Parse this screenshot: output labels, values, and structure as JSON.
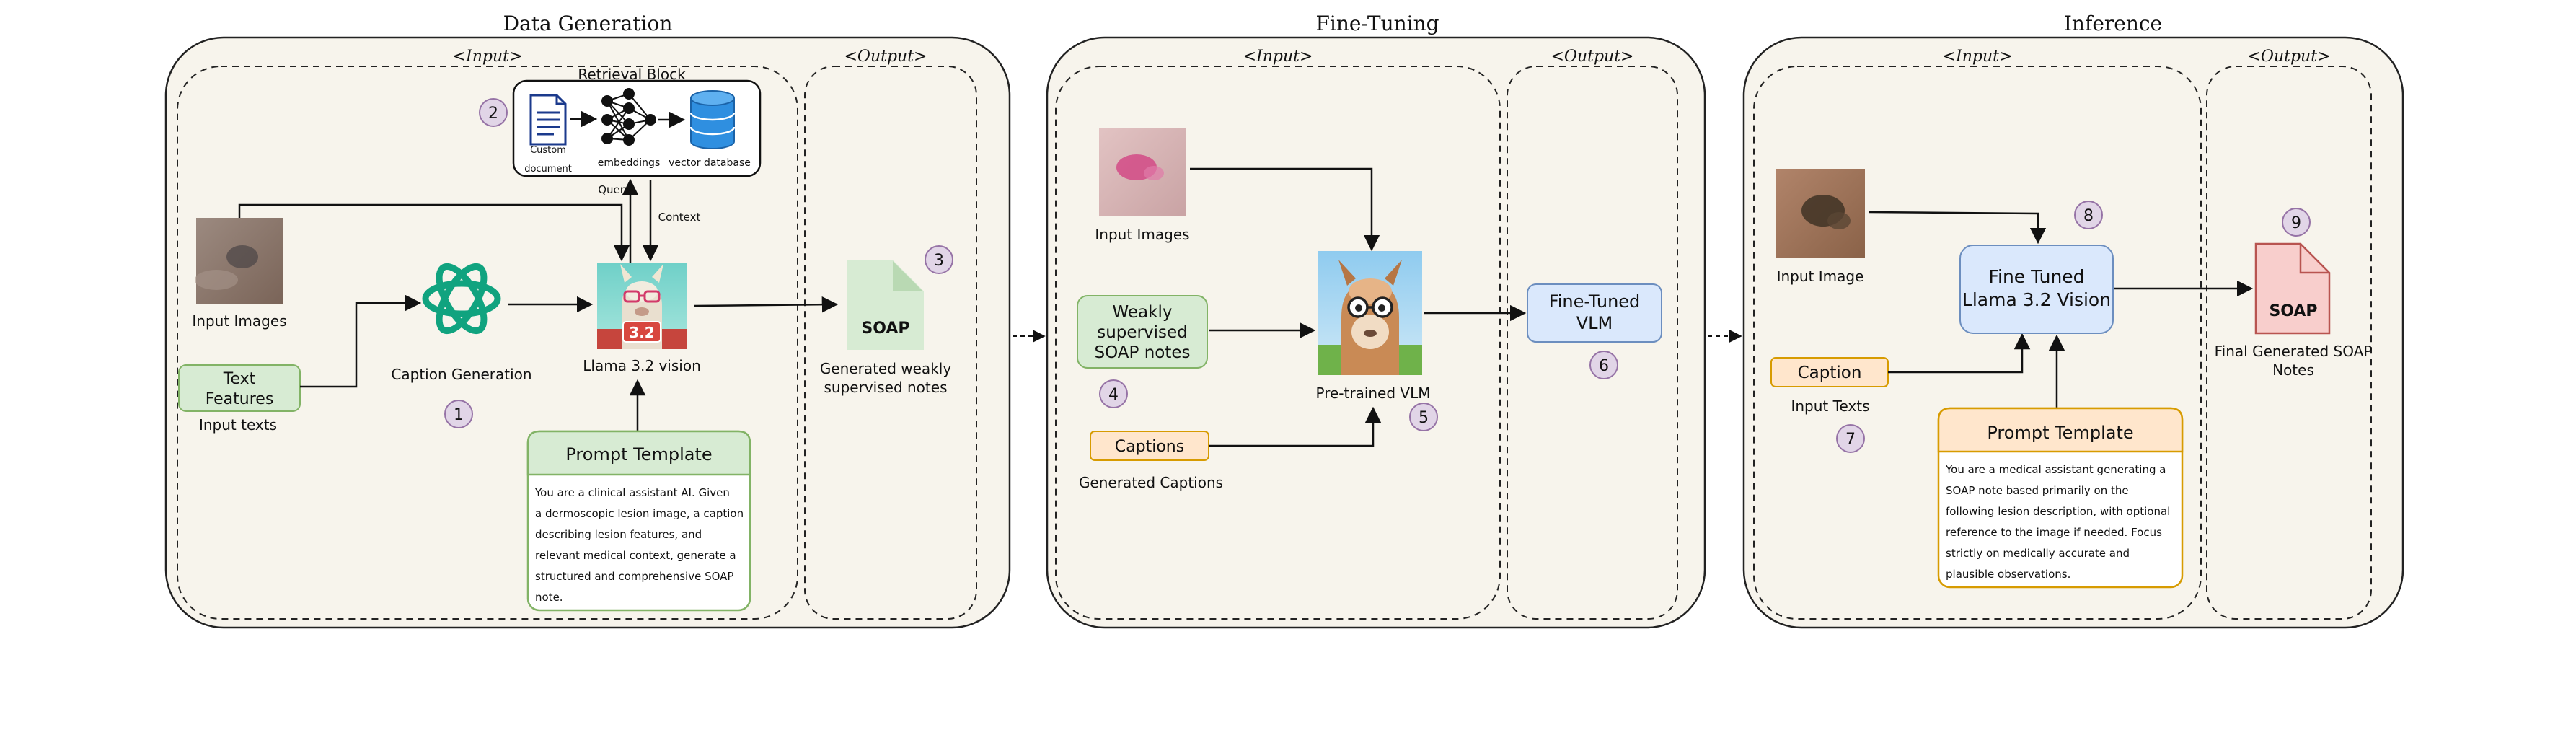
{
  "stages": {
    "data_generation": "Data Generation",
    "fine_tuning": "Fine-Tuning",
    "inference": "Inference"
  },
  "io": {
    "input": "<Input>",
    "output": "<Output>"
  },
  "datagen": {
    "retrieval_block": "Retrieval Block",
    "custom_doc_1": "Custom",
    "custom_doc_2": "document",
    "embeddings": "embeddings",
    "vector_db": "vector database",
    "query": "Query",
    "context": "Context",
    "input_images": "Input Images",
    "text_features_1": "Text",
    "text_features_2": "Features",
    "input_texts": "Input texts",
    "caption_generation": "Caption Generation",
    "llama_label": "Llama 3.2 vision",
    "llama_badge": "3.2",
    "prompt_template_title": "Prompt Template",
    "prompt_lines": [
      "You are a clinical assistant AI. Given",
      "a dermoscopic lesion image, a caption",
      "describing lesion features, and",
      "relevant medical context, generate a",
      "structured and comprehensive SOAP",
      "note."
    ],
    "soap": "SOAP",
    "generated_1": "Generated weakly",
    "generated_2": "supervised notes"
  },
  "finetune": {
    "input_images": "Input Images",
    "weak_1": "Weakly",
    "weak_2": "supervised",
    "weak_3": "SOAP notes",
    "captions": "Captions",
    "generated_captions": "Generated Captions",
    "pretrained_vlm": "Pre-trained VLM",
    "ft_vlm_1": "Fine-Tuned",
    "ft_vlm_2": "VLM"
  },
  "inference": {
    "input_image": "Input Image",
    "caption": "Caption",
    "input_texts": "Input Texts",
    "ft_llama_1": "Fine Tuned",
    "ft_llama_2": "Llama 3.2 Vision",
    "prompt_template_title": "Prompt Template",
    "prompt_lines": [
      "You are a medical assistant generating a",
      "SOAP note based primarily on the",
      "following lesion description, with optional",
      "reference to the image if needed. Focus",
      "strictly on medically accurate and",
      "plausible observations."
    ],
    "soap": "SOAP",
    "final_1": "Final Generated SOAP",
    "final_2": "Notes"
  },
  "steps": [
    "1",
    "2",
    "3",
    "4",
    "5",
    "6",
    "7",
    "8",
    "9"
  ],
  "colors": {
    "panel_fill": "#f7f4ec",
    "green_fill": "#d7ebd3",
    "green_stroke": "#82b366",
    "blue_fill": "#dae8fc",
    "blue_stroke": "#6c8ebf",
    "orange_fill": "#ffe6cc",
    "orange_stroke": "#d79b00",
    "purple_fill": "#e1d5e7",
    "purple_stroke": "#9673a6",
    "openai_green": "#10a37f",
    "soap_red_fill": "#f8cecc",
    "soap_red_stroke": "#b85450"
  }
}
